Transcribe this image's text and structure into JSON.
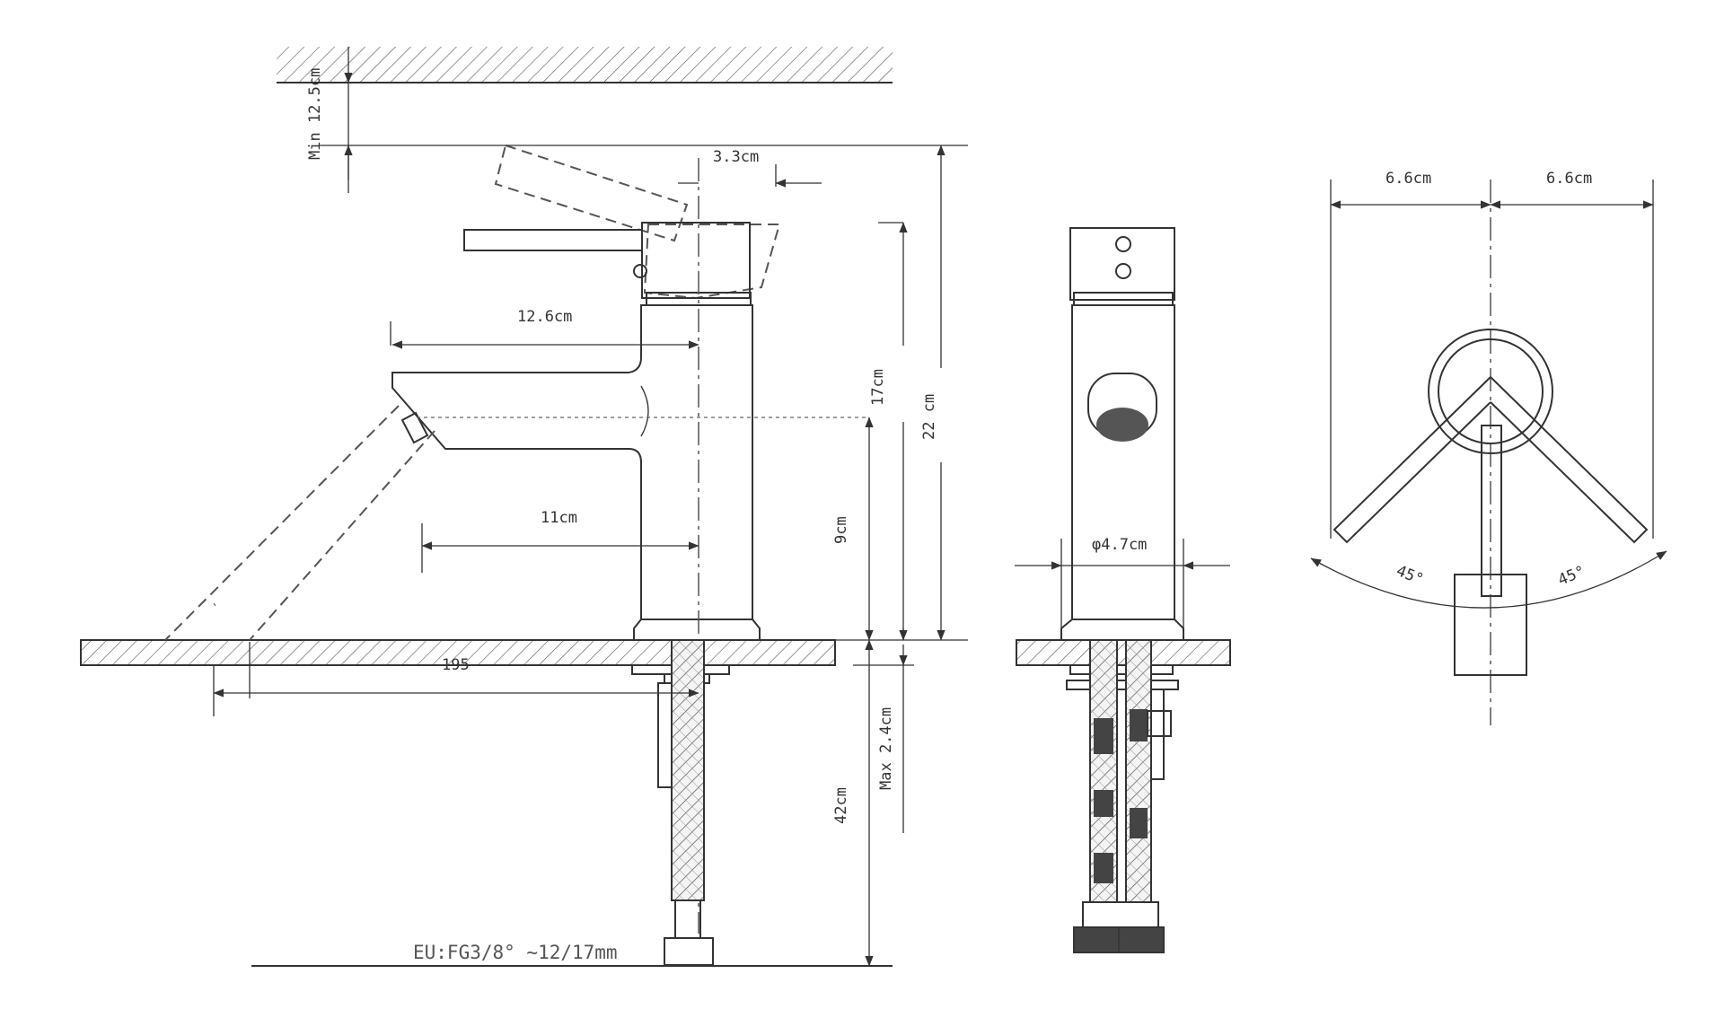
{
  "labels": {
    "min_clearance": "Min 12.5cm",
    "handle_offset": "3.3cm",
    "spout_reach": "12.6cm",
    "spout_height": "17cm",
    "total_height": "22 cm",
    "base_to_spout": "11cm",
    "outlet_height": "9cm",
    "deck_offset": "195",
    "max_deck_thickness": "Max 2.4cm",
    "hose_length": "42cm",
    "base_diameter": "φ4.7cm",
    "handle_left_width": "6.6cm",
    "handle_right_width": "6.6cm",
    "angle_left": "45°",
    "angle_right": "45°",
    "connection_spec": "EU:FG3/8° ~12/17mm"
  }
}
